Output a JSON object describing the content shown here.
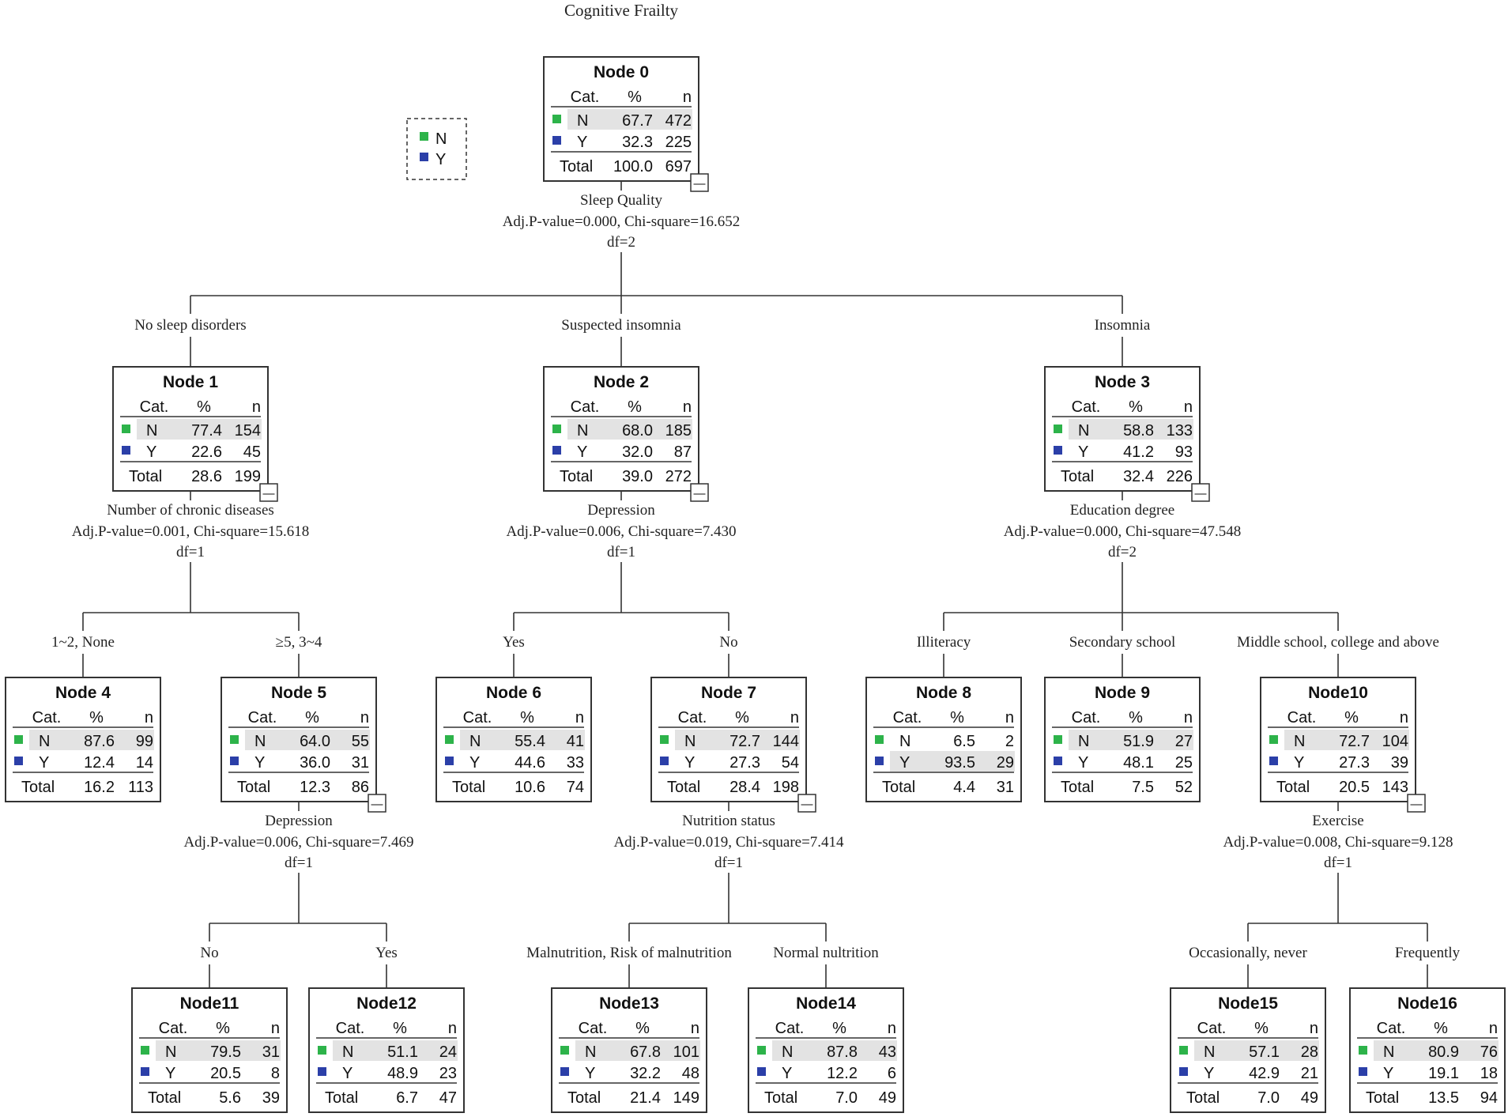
{
  "title": "Cognitive Frailty",
  "legend": [
    {
      "label": "N",
      "color": "#2db34a"
    },
    {
      "label": "Y",
      "color": "#2b3fa8"
    }
  ],
  "colors": {
    "N": "#2db34a",
    "Y": "#2b3fa8"
  },
  "table_headers": {
    "cat": "Cat.",
    "pct": "%",
    "n": "n"
  },
  "row_labels": {
    "N": "N",
    "Y": "Y",
    "total": "Total"
  },
  "nodes": [
    {
      "id": "Node 0",
      "N": {
        "pct": "67.7",
        "n": "472"
      },
      "Y": {
        "pct": "32.3",
        "n": "225"
      },
      "total": {
        "pct": "100.0",
        "n": "697"
      },
      "collapse": "—"
    },
    {
      "id": "Node 1",
      "N": {
        "pct": "77.4",
        "n": "154"
      },
      "Y": {
        "pct": "22.6",
        "n": "45"
      },
      "total": {
        "pct": "28.6",
        "n": "199"
      },
      "collapse": "—"
    },
    {
      "id": "Node 2",
      "N": {
        "pct": "68.0",
        "n": "185"
      },
      "Y": {
        "pct": "32.0",
        "n": "87"
      },
      "total": {
        "pct": "39.0",
        "n": "272"
      },
      "collapse": "—"
    },
    {
      "id": "Node 3",
      "N": {
        "pct": "58.8",
        "n": "133"
      },
      "Y": {
        "pct": "41.2",
        "n": "93"
      },
      "total": {
        "pct": "32.4",
        "n": "226"
      },
      "collapse": "—"
    },
    {
      "id": "Node 4",
      "N": {
        "pct": "87.6",
        "n": "99"
      },
      "Y": {
        "pct": "12.4",
        "n": "14"
      },
      "total": {
        "pct": "16.2",
        "n": "113"
      }
    },
    {
      "id": "Node 5",
      "N": {
        "pct": "64.0",
        "n": "55"
      },
      "Y": {
        "pct": "36.0",
        "n": "31"
      },
      "total": {
        "pct": "12.3",
        "n": "86"
      },
      "collapse": "—"
    },
    {
      "id": "Node 6",
      "N": {
        "pct": "55.4",
        "n": "41"
      },
      "Y": {
        "pct": "44.6",
        "n": "33"
      },
      "total": {
        "pct": "10.6",
        "n": "74"
      }
    },
    {
      "id": "Node 7",
      "N": {
        "pct": "72.7",
        "n": "144"
      },
      "Y": {
        "pct": "27.3",
        "n": "54"
      },
      "total": {
        "pct": "28.4",
        "n": "198"
      },
      "collapse": "—"
    },
    {
      "id": "Node 8",
      "N": {
        "pct": "6.5",
        "n": "2"
      },
      "Y": {
        "pct": "93.5",
        "n": "29"
      },
      "total": {
        "pct": "4.4",
        "n": "31"
      }
    },
    {
      "id": "Node 9",
      "N": {
        "pct": "51.9",
        "n": "27"
      },
      "Y": {
        "pct": "48.1",
        "n": "25"
      },
      "total": {
        "pct": "7.5",
        "n": "52"
      }
    },
    {
      "id": "Node10",
      "N": {
        "pct": "72.7",
        "n": "104"
      },
      "Y": {
        "pct": "27.3",
        "n": "39"
      },
      "total": {
        "pct": "20.5",
        "n": "143"
      },
      "collapse": "—"
    },
    {
      "id": "Node11",
      "N": {
        "pct": "79.5",
        "n": "31"
      },
      "Y": {
        "pct": "20.5",
        "n": "8"
      },
      "total": {
        "pct": "5.6",
        "n": "39"
      }
    },
    {
      "id": "Node12",
      "N": {
        "pct": "51.1",
        "n": "24"
      },
      "Y": {
        "pct": "48.9",
        "n": "23"
      },
      "total": {
        "pct": "6.7",
        "n": "47"
      }
    },
    {
      "id": "Node13",
      "N": {
        "pct": "67.8",
        "n": "101"
      },
      "Y": {
        "pct": "32.2",
        "n": "48"
      },
      "total": {
        "pct": "21.4",
        "n": "149"
      }
    },
    {
      "id": "Node14",
      "N": {
        "pct": "87.8",
        "n": "43"
      },
      "Y": {
        "pct": "12.2",
        "n": "6"
      },
      "total": {
        "pct": "7.0",
        "n": "49"
      }
    },
    {
      "id": "Node15",
      "N": {
        "pct": "57.1",
        "n": "28"
      },
      "Y": {
        "pct": "42.9",
        "n": "21"
      },
      "total": {
        "pct": "7.0",
        "n": "49"
      }
    },
    {
      "id": "Node16",
      "N": {
        "pct": "80.9",
        "n": "76"
      },
      "Y": {
        "pct": "19.1",
        "n": "18"
      },
      "total": {
        "pct": "13.5",
        "n": "94"
      }
    }
  ],
  "splits": [
    {
      "parent": 0,
      "variable": "Sleep Quality",
      "stats": "Adj.P-value=0.000, Chi-square=16.652",
      "df": "df=2",
      "children": [
        {
          "node": 1,
          "label": "No sleep disorders"
        },
        {
          "node": 2,
          "label": "Suspected insomnia"
        },
        {
          "node": 3,
          "label": "Insomnia"
        }
      ]
    },
    {
      "parent": 1,
      "variable": "Number of chronic diseases",
      "stats": "Adj.P-value=0.001, Chi-square=15.618",
      "df": "df=1",
      "children": [
        {
          "node": 4,
          "label": "1~2, None"
        },
        {
          "node": 5,
          "label": "≥5, 3~4"
        }
      ]
    },
    {
      "parent": 2,
      "variable": "Depression",
      "stats": "Adj.P-value=0.006, Chi-square=7.430",
      "df": "df=1",
      "children": [
        {
          "node": 6,
          "label": "Yes"
        },
        {
          "node": 7,
          "label": "No"
        }
      ]
    },
    {
      "parent": 3,
      "variable": "Education degree",
      "stats": "Adj.P-value=0.000, Chi-square=47.548",
      "df": "df=2",
      "children": [
        {
          "node": 8,
          "label": "Illiteracy"
        },
        {
          "node": 9,
          "label": "Secondary school"
        },
        {
          "node": 10,
          "label": "Middle school, college and above"
        }
      ]
    },
    {
      "parent": 5,
      "variable": "Depression",
      "stats": "Adj.P-value=0.006, Chi-square=7.469",
      "df": "df=1",
      "children": [
        {
          "node": 11,
          "label": "No"
        },
        {
          "node": 12,
          "label": "Yes"
        }
      ]
    },
    {
      "parent": 7,
      "variable": "Nutrition status",
      "stats": "Adj.P-value=0.019, Chi-square=7.414",
      "df": "df=1",
      "children": [
        {
          "node": 13,
          "label": "Malnutrition, Risk of malnutrition"
        },
        {
          "node": 14,
          "label": "Normal nultrition"
        }
      ]
    },
    {
      "parent": 10,
      "variable": "Exercise",
      "stats": "Adj.P-value=0.008, Chi-square=9.128",
      "df": "df=1",
      "children": [
        {
          "node": 15,
          "label": "Occasionally, never"
        },
        {
          "node": 16,
          "label": "Frequently"
        }
      ]
    }
  ]
}
